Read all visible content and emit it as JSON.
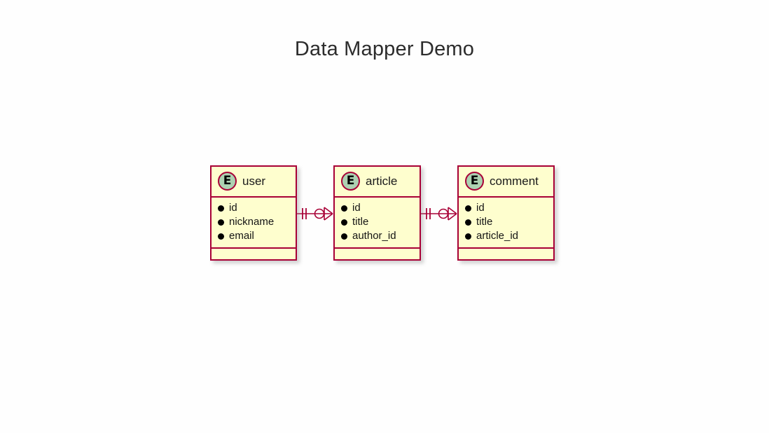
{
  "page": {
    "title": "Data Mapper Demo",
    "background_color": "#ffffff"
  },
  "theme": {
    "entity_border_color": "#a80036",
    "entity_fill_color": "#fefece",
    "badge_fill_color": "#add1b2",
    "title_text_color": "#2c2c2c",
    "field_text_color": "#141414",
    "shadow_color": "#8c8c8c"
  },
  "diagram": {
    "type": "entity-relationship",
    "notation": "crows-foot",
    "entities": [
      {
        "id": "user",
        "badge": "E",
        "name": "user",
        "fields": [
          "id",
          "nickname",
          "email"
        ]
      },
      {
        "id": "article",
        "badge": "E",
        "name": "article",
        "fields": [
          "id",
          "title",
          "author_id"
        ]
      },
      {
        "id": "comment",
        "badge": "E",
        "name": "comment",
        "fields": [
          "id",
          "title",
          "article_id"
        ]
      }
    ],
    "relationships": [
      {
        "id": "user-article",
        "from": "user",
        "to": "article",
        "from_cardinality": "one-and-only-one",
        "to_cardinality": "zero-or-many"
      },
      {
        "id": "article-comment",
        "from": "article",
        "to": "comment",
        "from_cardinality": "one-and-only-one",
        "to_cardinality": "zero-or-many"
      }
    ]
  }
}
